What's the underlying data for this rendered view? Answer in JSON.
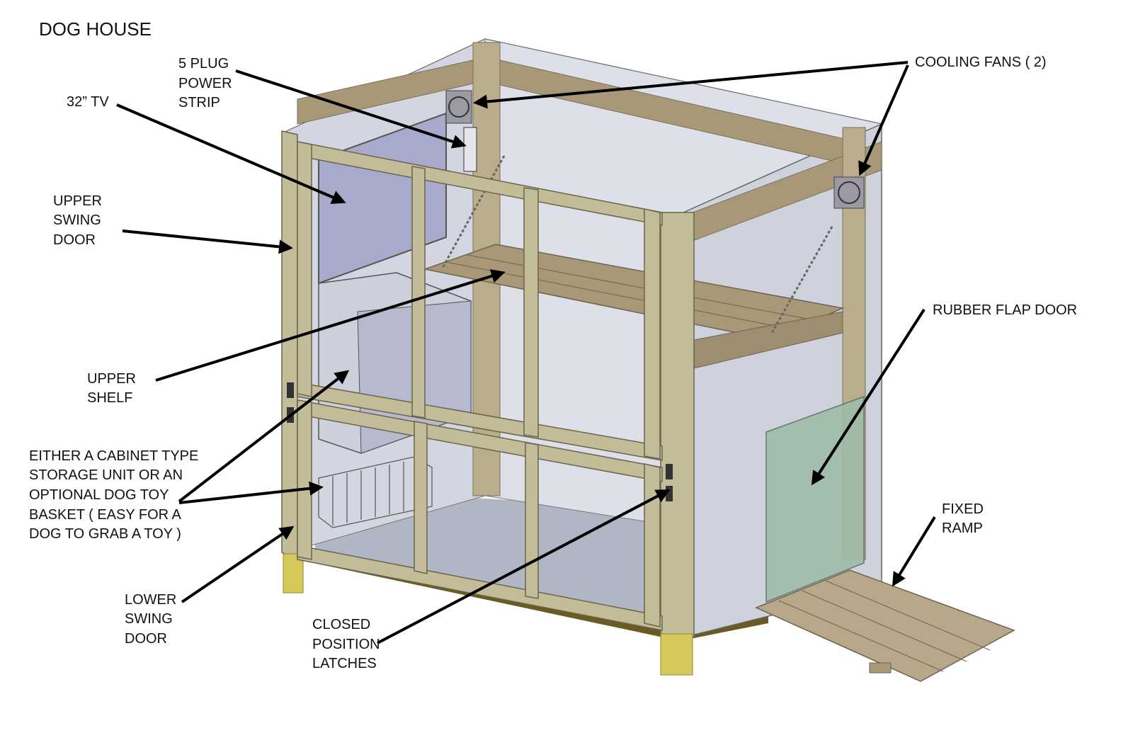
{
  "title": "DOG HOUSE",
  "labels": {
    "power_strip": [
      "5 PLUG",
      "POWER",
      "STRIP"
    ],
    "tv": [
      "32” TV"
    ],
    "cooling_fans": [
      "COOLING FANS ( 2)"
    ],
    "upper_swing_door": [
      "UPPER",
      "SWING",
      "DOOR"
    ],
    "upper_shelf": [
      "UPPER",
      "SHELF"
    ],
    "storage": [
      "EITHER A CABINET TYPE",
      "STORAGE UNIT OR AN",
      "OPTIONAL DOG TOY",
      "BASKET ( EASY FOR A",
      "DOG TO GRAB A TOY )"
    ],
    "lower_swing_door": [
      "LOWER",
      "SWING",
      "DOOR"
    ],
    "latches": [
      "CLOSED",
      "POSITION",
      "LATCHES"
    ],
    "rubber_flap_door": [
      "RUBBER FLAP DOOR"
    ],
    "fixed_ramp": [
      "FIXED",
      "RAMP"
    ]
  },
  "colors": {
    "frame_wood": "#c2bd98",
    "frame_dark": "#9d9677",
    "interior_wood": "#a99878",
    "glass": "#c9ccd8",
    "tv_panel": "#a8aacb",
    "flap": "#9fbca8",
    "floor": "#a2a9b8",
    "base": "#6b5a22",
    "feet": "#d6c95a",
    "ramp": "#b7a88a",
    "arrow": "#000000"
  }
}
